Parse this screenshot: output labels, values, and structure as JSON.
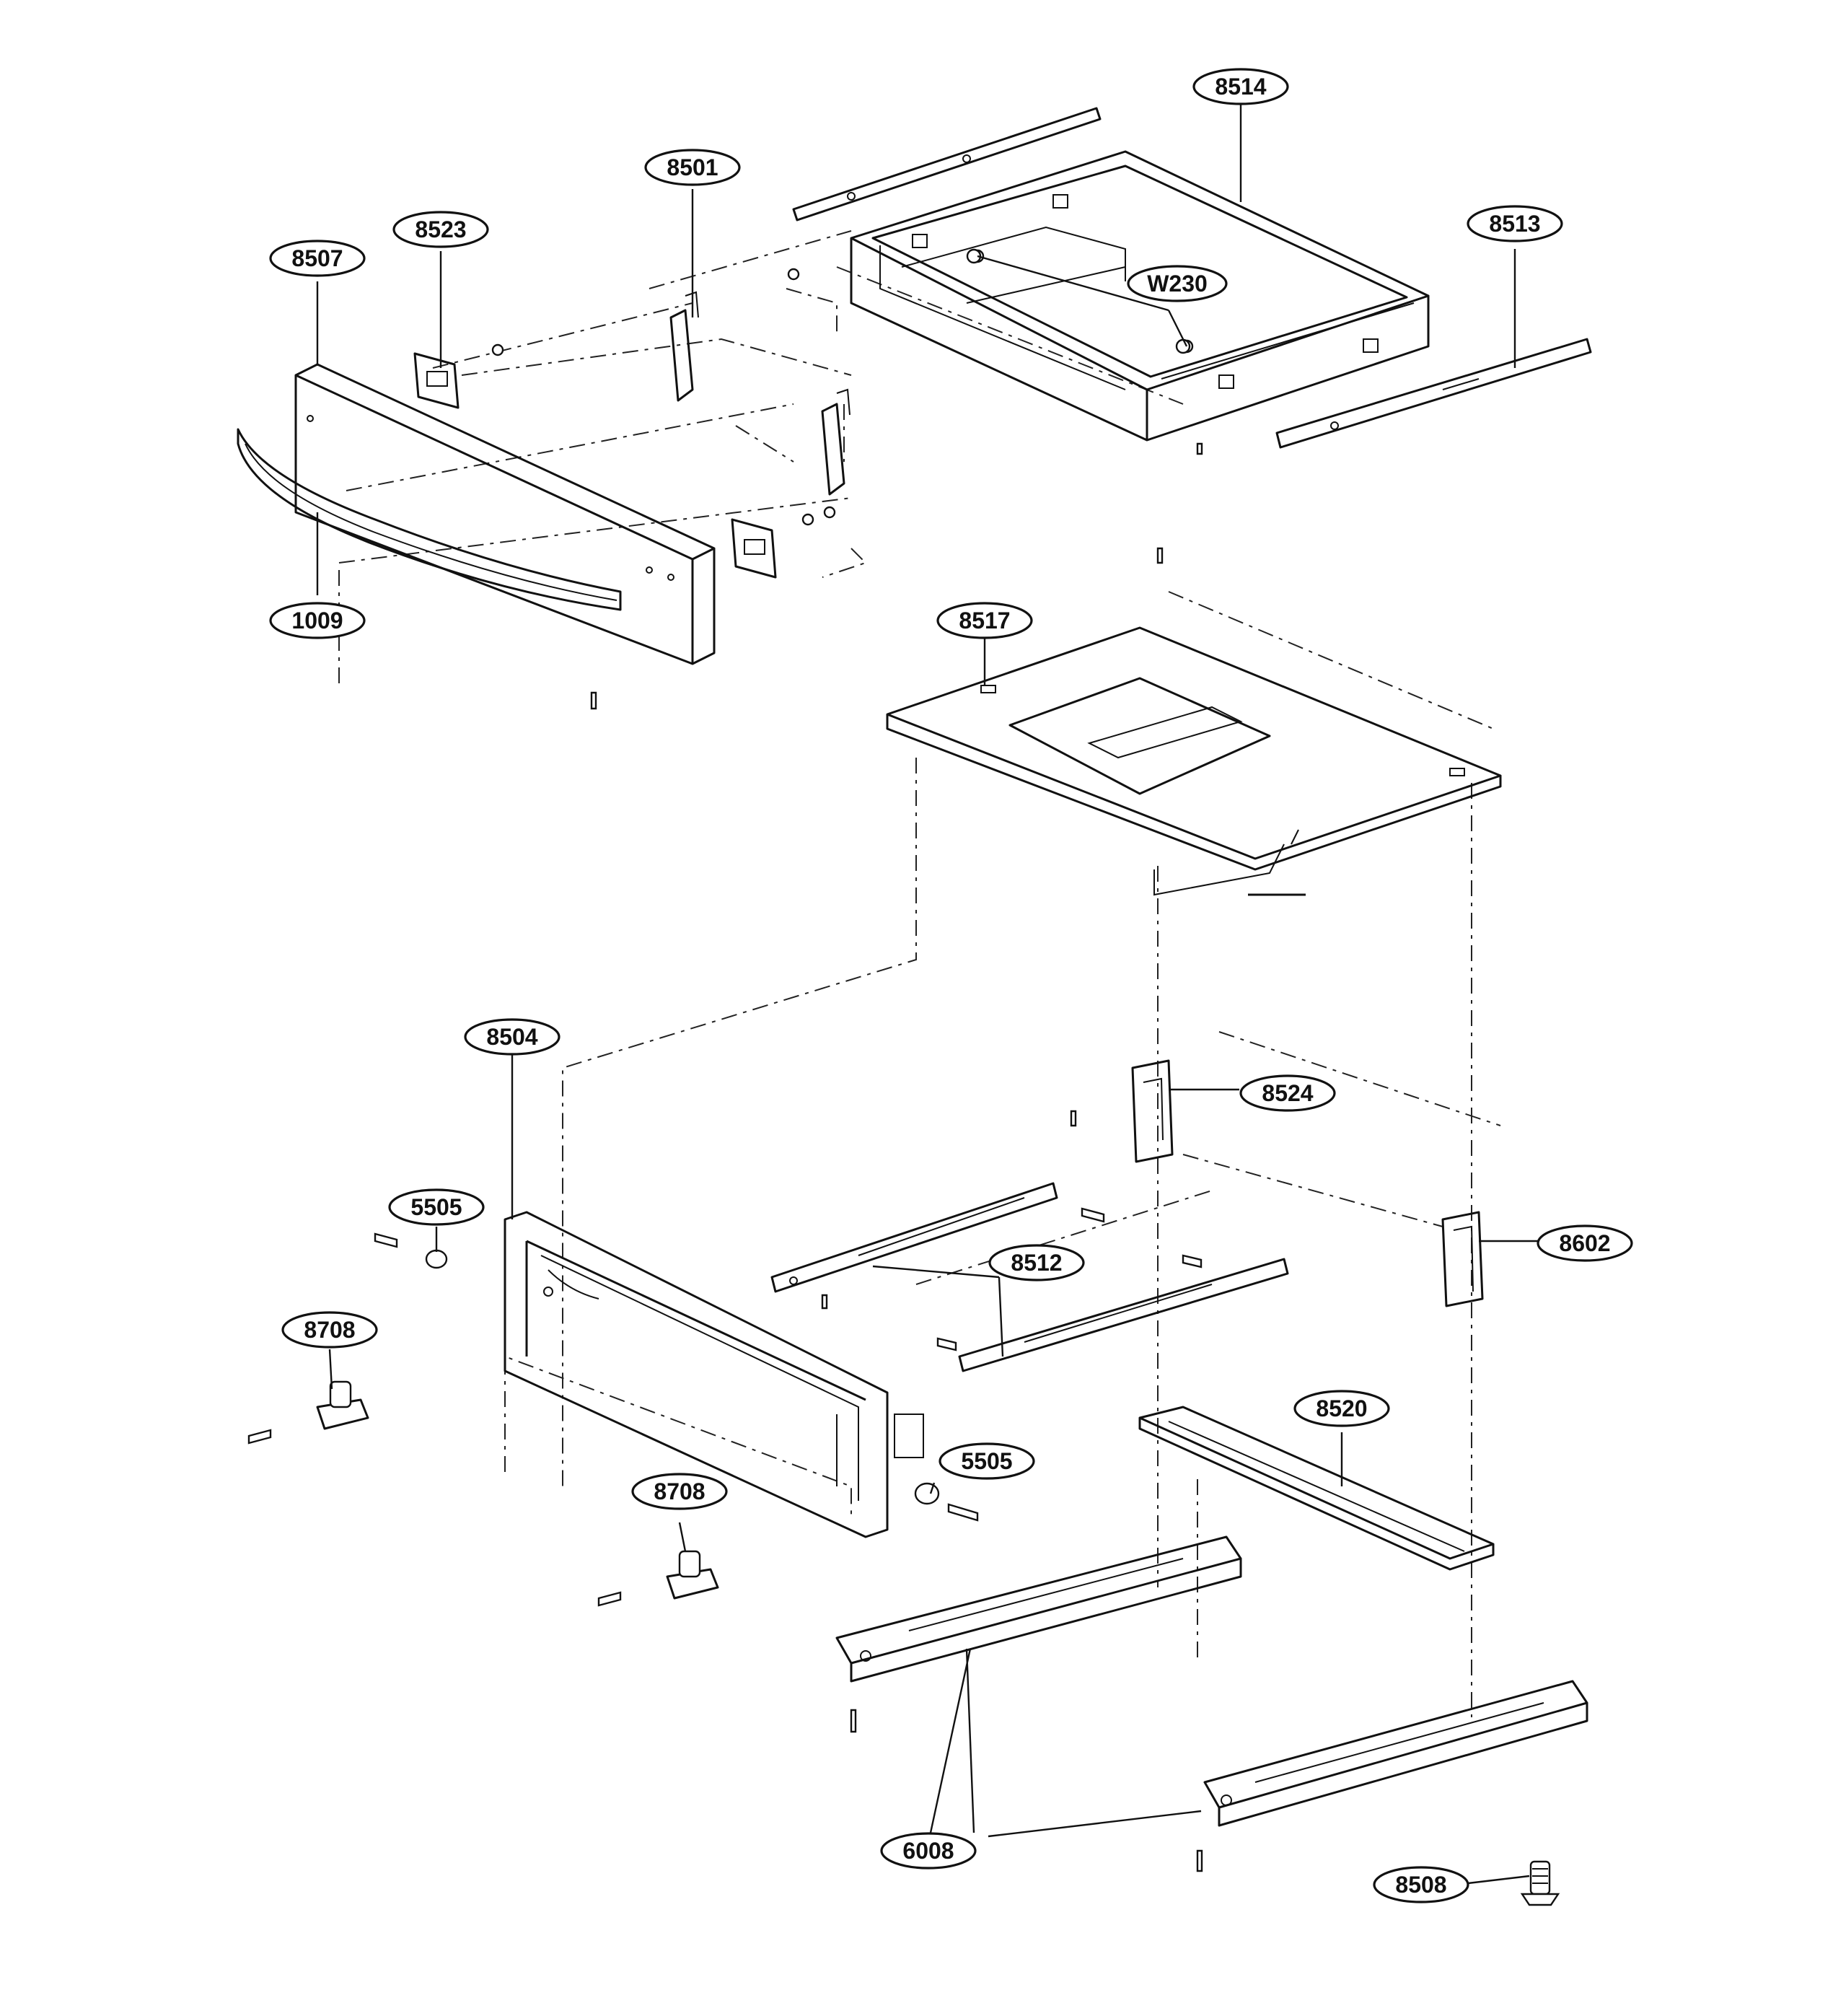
{
  "diagram": {
    "callouts": [
      {
        "id": "c8514",
        "label": "8514"
      },
      {
        "id": "c8501",
        "label": "8501"
      },
      {
        "id": "c8523",
        "label": "8523"
      },
      {
        "id": "c8507",
        "label": "8507"
      },
      {
        "id": "c8513",
        "label": "8513"
      },
      {
        "id": "cW230",
        "label": "W230"
      },
      {
        "id": "c1009",
        "label": "1009"
      },
      {
        "id": "c8517",
        "label": "8517"
      },
      {
        "id": "c8504",
        "label": "8504"
      },
      {
        "id": "c8524",
        "label": "8524"
      },
      {
        "id": "c5505a",
        "label": "5505"
      },
      {
        "id": "c8602",
        "label": "8602"
      },
      {
        "id": "c8512",
        "label": "8512"
      },
      {
        "id": "c8708a",
        "label": "8708"
      },
      {
        "id": "c8520",
        "label": "8520"
      },
      {
        "id": "c5505b",
        "label": "5505"
      },
      {
        "id": "c8708b",
        "label": "8708"
      },
      {
        "id": "c6008",
        "label": "6008"
      },
      {
        "id": "c8508",
        "label": "8508"
      }
    ]
  }
}
